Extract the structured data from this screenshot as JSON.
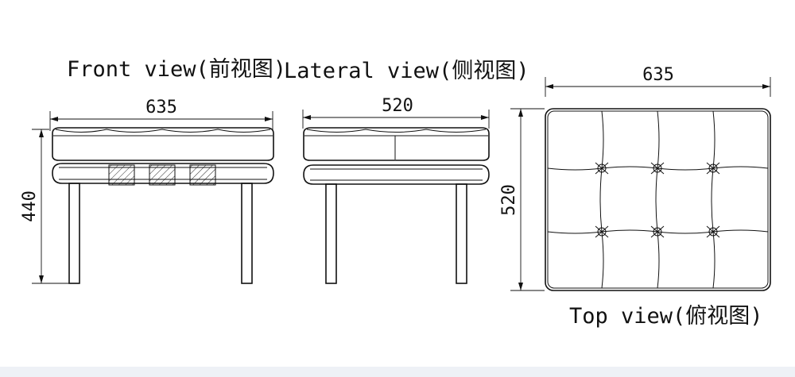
{
  "views": {
    "front": {
      "title": "Front view(前视图)",
      "width_label": "635",
      "height_label": "440"
    },
    "lateral": {
      "title": "Lateral view(侧视图)",
      "width_label": "520"
    },
    "top": {
      "title": "Top view(俯视图)",
      "width_label": "635",
      "height_label": "520"
    }
  }
}
